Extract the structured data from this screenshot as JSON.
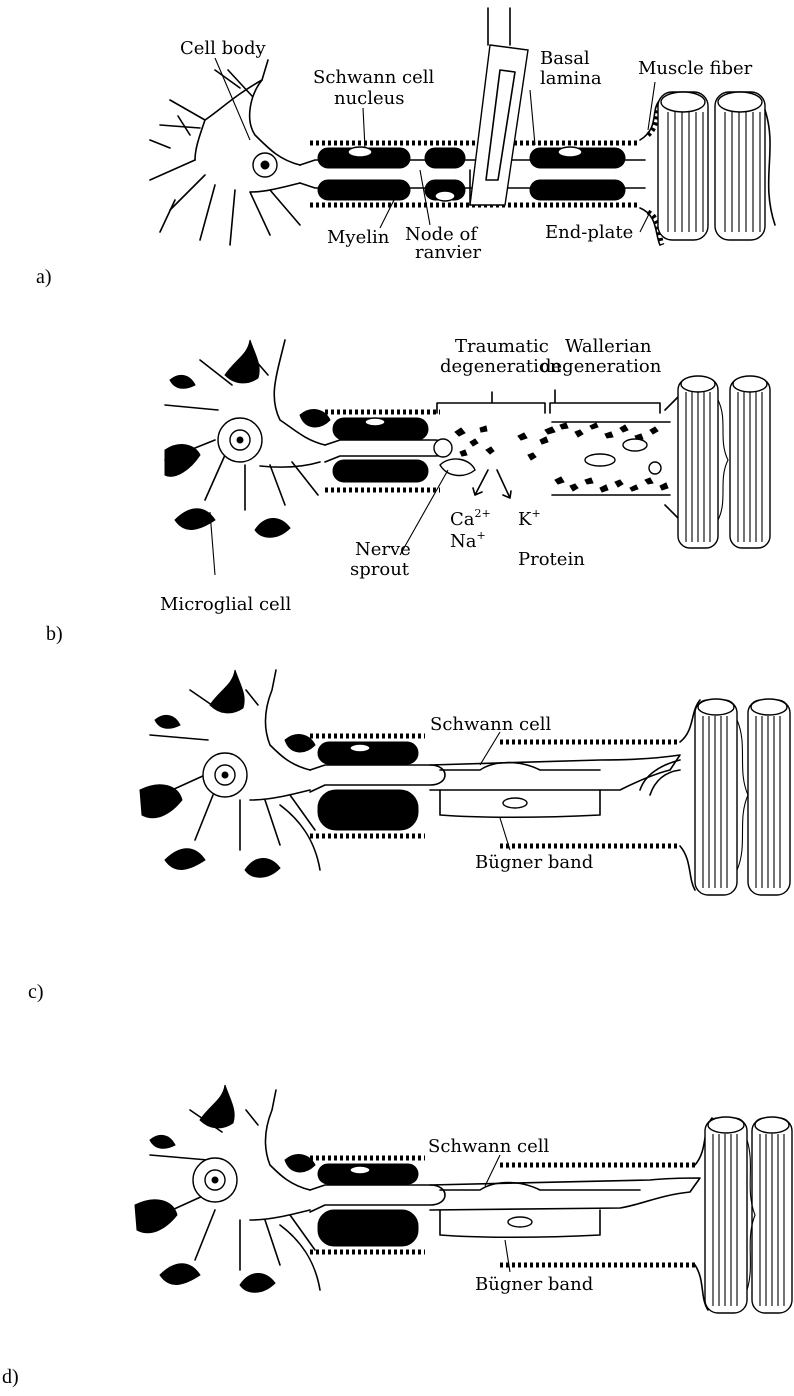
{
  "panels": [
    {
      "id": "a",
      "label": "a)",
      "annotations": {
        "cell_body": "Cell body",
        "schwann_nucleus_1": "Schwann cell",
        "schwann_nucleus_2": "nucleus",
        "basal_lamina_1": "Basal",
        "basal_lamina_2": "lamina",
        "muscle_fiber": "Muscle fiber",
        "myelin": "Myelin",
        "node_1": "Node of",
        "node_2": "ranvier",
        "end_plate": "End-plate"
      }
    },
    {
      "id": "b",
      "label": "b)",
      "annotations": {
        "traumatic_1": "Traumatic",
        "traumatic_2": "degeneration",
        "wallerian_1": "Wallerian",
        "wallerian_2": "degeneration",
        "nerve_sprout_1": "Nerve",
        "nerve_sprout_2": "sprout",
        "ca": "Ca",
        "ca_sup": "2+",
        "na": "Na",
        "na_sup": "+",
        "k": "K",
        "k_sup": "+",
        "protein": "Protein",
        "microglial": "Microglial cell"
      }
    },
    {
      "id": "c",
      "label": "c)",
      "annotations": {
        "schwann_cell": "Schwann cell",
        "bugner_band": "Bügner band"
      }
    },
    {
      "id": "d",
      "label": "d)",
      "annotations": {
        "schwann_cell": "Schwann cell",
        "bugner_band": "Bügner band"
      }
    }
  ]
}
